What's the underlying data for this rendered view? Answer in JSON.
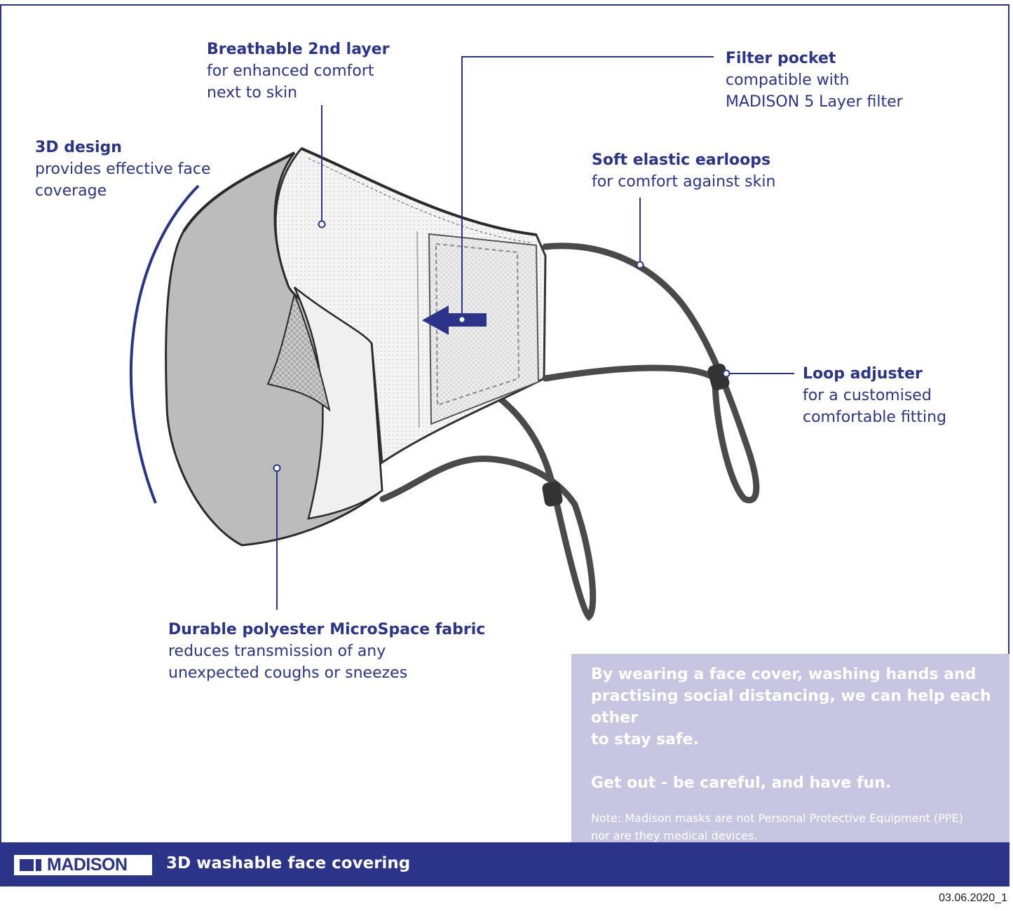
{
  "labels": {
    "breathable": {
      "head": "Breathable 2nd layer",
      "body1": "for enhanced comfort",
      "body2": "next to skin"
    },
    "filter": {
      "head": "Filter pocket",
      "body1": "compatible with",
      "body2": "MADISON 5 Layer filter"
    },
    "design": {
      "head": "3D design",
      "body1": "provides effective face",
      "body2": "coverage"
    },
    "earloops": {
      "head": "Soft elastic earloops",
      "body1": "for comfort against skin"
    },
    "adjuster": {
      "head": "Loop adjuster",
      "body1": "for a customised",
      "body2": "comfortable fitting"
    },
    "fabric": {
      "head": "Durable polyester MicroSpace fabric",
      "body1": "reduces transmission of any",
      "body2": "unexpected coughs or sneezes"
    }
  },
  "info": {
    "main": "By wearing a face cover, washing hands and\npractising social distancing, we can help each other\nto stay safe.",
    "sub": "Get out - be careful,  and have fun.",
    "note": "Note:  Madison masks are not Personal Protective Equipment (PPE)\nnor are they medical devices."
  },
  "footer": {
    "brand": "MADISON",
    "title": "3D washable face covering"
  },
  "version": "03.06.2020_1",
  "colors": {
    "brand": "#2b3488",
    "panel": "#c7c5e2",
    "mask_outer": "#bcbcbc",
    "loop": "#4a4a4a"
  }
}
